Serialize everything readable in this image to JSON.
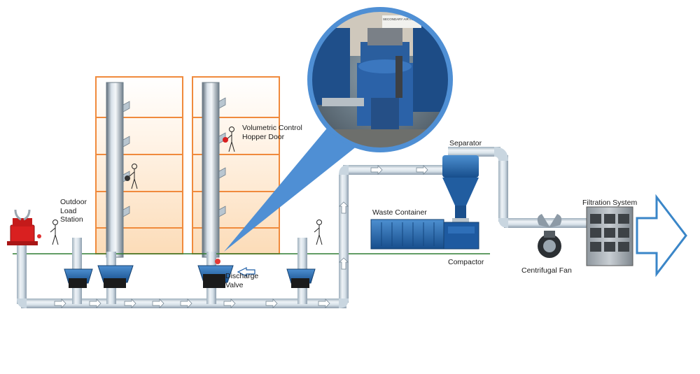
{
  "labels": {
    "outdoor_load_station": "Outdoor Load Station",
    "volumetric_control_hopper_door": "Volumetric Control Hopper Door",
    "discharge_valve": "Discharge Valve",
    "separator": "Separator",
    "waste_container": "Waste Container",
    "compactor": "Compactor",
    "centrifugal_fan": "Centrifugal Fan",
    "filtration_system": "Filtration System"
  },
  "photo_signs": {
    "sign_top": "SECONDARY AIR INTAKE"
  },
  "colors": {
    "pipe": "#c9d6e0",
    "equipment_blue": "#1f5fa8",
    "building_outline": "#f08a3c",
    "building_fill": "#fde6cc",
    "flow_arrow_outline": "#3a86c8",
    "load_station_red": "#d92020",
    "ground_line": "#2e7d32"
  },
  "icons": [
    "flow-arrow-icon",
    "person-icon",
    "door-icon",
    "exhaust-arrow-icon"
  ]
}
